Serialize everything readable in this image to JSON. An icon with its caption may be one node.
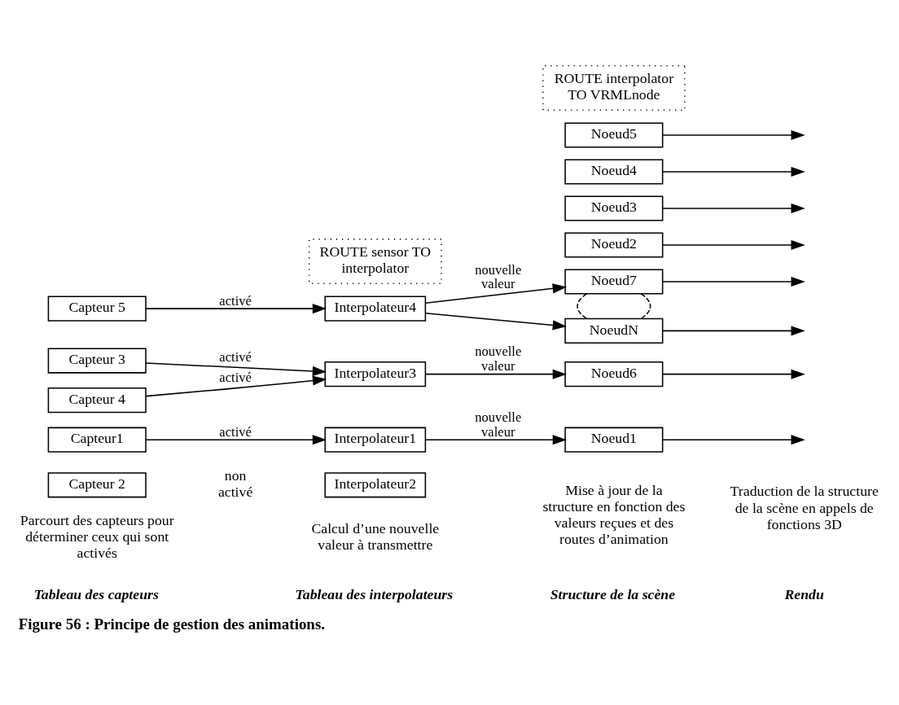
{
  "diagram": {
    "caption": "Figure 56 : Principe de gestion des animations.",
    "nodes": [
      {
        "text": [
          "Capteur1"
        ]
      },
      {
        "text": [
          "Capteur 2"
        ]
      },
      {
        "text": [
          "Capteur 3"
        ]
      },
      {
        "text": [
          "Capteur 4"
        ]
      },
      {
        "text": [
          "Capteur 5"
        ]
      },
      {
        "text": [
          "Interpolateur1"
        ]
      },
      {
        "text": [
          "Interpolateur2"
        ]
      },
      {
        "text": [
          "Interpolateur3"
        ]
      },
      {
        "text": [
          "Interpolateur4"
        ]
      },
      {
        "text": [
          "Noeud1"
        ]
      },
      {
        "text": [
          "Noeud2"
        ]
      },
      {
        "text": [
          "Noeud3"
        ]
      },
      {
        "text": [
          "Noeud4"
        ]
      },
      {
        "text": [
          "Noeud5"
        ]
      },
      {
        "text": [
          "Noeud6"
        ]
      },
      {
        "text": [
          "Noeud7"
        ]
      },
      {
        "text": [
          "NoeudN"
        ]
      },
      {
        "text": [
          "ROUTE sensor TO interpolator"
        ]
      },
      {
        "text": [
          "ROUTE interpolator TO VRMLnode"
        ]
      }
    ],
    "edges": [
      {
        "from": 0,
        "to": 5,
        "arrow": "to",
        "label": "activé"
      },
      {
        "from": 2,
        "to": 7,
        "arrow": "to",
        "label": "activé"
      },
      {
        "from": 3,
        "to": 7,
        "arrow": "to",
        "label": "activé"
      },
      {
        "from": 4,
        "to": 8,
        "arrow": "to",
        "label": "activé"
      },
      {
        "from": 5,
        "to": 9,
        "arrow": "to",
        "label": "nouvelle valeur"
      },
      {
        "from": 7,
        "to": 14,
        "arrow": "to",
        "label": "nouvelle valeur"
      },
      {
        "from": 8,
        "to": 15,
        "arrow": "to",
        "label": "nouvelle valeur"
      },
      {
        "from": 8,
        "to": 16,
        "arrow": "to"
      },
      {
        "from": 15,
        "to": 16,
        "arrow": "none",
        "style": "dashed"
      },
      {
        "from": 15,
        "to": 16,
        "arrow": "none",
        "style": "dashed"
      },
      {
        "from": 9,
        "to": null,
        "arrow": "to"
      },
      {
        "from": 10,
        "to": null,
        "arrow": "to"
      },
      {
        "from": 11,
        "to": null,
        "arrow": "to"
      },
      {
        "from": 12,
        "to": null,
        "arrow": "to"
      },
      {
        "from": 13,
        "to": null,
        "arrow": "to"
      },
      {
        "from": 14,
        "to": null,
        "arrow": "to"
      },
      {
        "from": 15,
        "to": null,
        "arrow": "to"
      },
      {
        "from": 16,
        "to": null,
        "arrow": "to"
      }
    ],
    "labels": [
      "Tableau des capteurs",
      "Tableau des interpolateurs",
      "Structure de la scène",
      "Rendu",
      "Parcourt des capteurs pour déterminer ceux qui sont activés",
      "Calcul d’une nouvelle valeur à transmettre",
      "Mise à jour de la structure en fonction des valeurs reçues et des routes d’animation",
      "Traduction de la structure de la scène en appels de fonctions 3D",
      "non activé"
    ]
  }
}
